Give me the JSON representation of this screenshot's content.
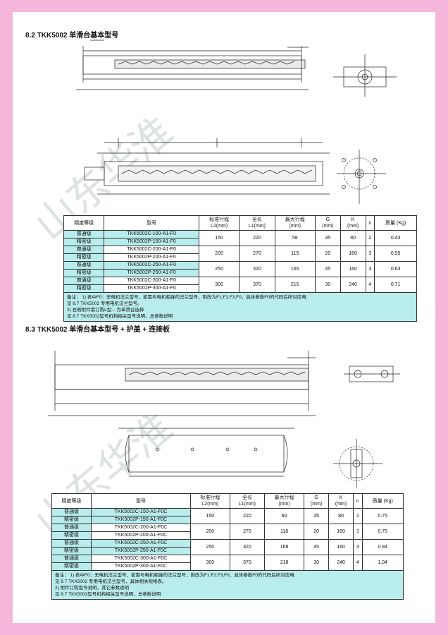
{
  "sections": [
    {
      "title": "8.2 TKK5002 单滑台基本型号",
      "table": {
        "headers": [
          "精度等级",
          "型号",
          "标准行程\nL2(mm)",
          "全长\nL1(mm)",
          "最大行程\n(mm)",
          "G\n(mm)",
          "K\n(mm)",
          "n",
          "质量 (Kg)"
        ],
        "rows": [
          {
            "grade": "普通级",
            "model": "TKK5002C-150-A1-F0",
            "group": "150",
            "l1": "220",
            "max": "58",
            "g": "35",
            "k": "80",
            "n": "2",
            "mass": "0.43",
            "shade": true
          },
          {
            "grade": "精密级",
            "model": "TKK5002P-150-A1-F0",
            "shade": true
          },
          {
            "grade": "普通级",
            "model": "TKK5002C-200-A1-F0",
            "group": "200",
            "l1": "270",
            "max": "115",
            "g": "20",
            "k": "160",
            "n": "3",
            "mass": "0.55",
            "shade": false
          },
          {
            "grade": "精密级",
            "model": "TKK5002P-200-A1-F0",
            "shade": false
          },
          {
            "grade": "普通级",
            "model": "TKK5002C-250-A1-F0",
            "group": "250",
            "l1": "320",
            "max": "165",
            "g": "45",
            "k": "160",
            "n": "3",
            "mass": "0.63",
            "shade": true
          },
          {
            "grade": "精密级",
            "model": "TKK5002P-250-A1-F0",
            "shade": true
          },
          {
            "grade": "普通级",
            "model": "TKK5002C-300-A1-F0",
            "group": "300",
            "l1": "370",
            "max": "215",
            "g": "30",
            "k": "240",
            "n": "4",
            "mass": "0.71",
            "shade": false
          },
          {
            "grade": "精密级",
            "model": "TKK5002P-300-A1-F0",
            "shade": false
          }
        ],
        "note_label": "备注：",
        "notes": [
          "1) 表中F0：无电机法兰型号，如需与电机相连的法兰型号，则改为F1,F2,F3,F0，具体参数F0的代码后所对应电",
          "见 8.7 TKK5002 专用电机法兰型号。",
          "2) 右侧附件需订购L型... 为单滑台选择",
          "见 8.7 TKK5002型号机构相关型号说明，总参数说明"
        ]
      }
    },
    {
      "title": "8.3 TKK5002 单滑台基本型号 + 护盖 + 连接板",
      "table": {
        "headers": [
          "精度等级",
          "型号",
          "标准行程\nL2(mm)",
          "全长\nL1(mm)",
          "最大行程\n(mm)",
          "G\n(mm)",
          "K\n(mm)",
          "n",
          "质量 (Kg)"
        ],
        "rows": [
          {
            "grade": "普通级",
            "model": "TKK5002C-150-A1-F0C",
            "group": "150",
            "l1": "220",
            "max": "60",
            "g": "35",
            "k": "80",
            "n": "2",
            "mass": "0.75",
            "shade": true
          },
          {
            "grade": "精密级",
            "model": "TKK5002P-150-A1-F0C",
            "shade": true
          },
          {
            "grade": "普通级",
            "model": "TKK5002C-200-A1-F0C",
            "group": "200",
            "l1": "270",
            "max": "118",
            "g": "20",
            "k": "160",
            "n": "3",
            "mass": "0.75",
            "shade": false
          },
          {
            "grade": "精密级",
            "model": "TKK5002P-200-A1-F0C",
            "shade": false
          },
          {
            "grade": "普通级",
            "model": "TKK5002C-250-A1-F0C",
            "group": "250",
            "l1": "320",
            "max": "168",
            "g": "45",
            "k": "160",
            "n": "3",
            "mass": "0.84",
            "shade": true
          },
          {
            "grade": "精密级",
            "model": "TKK5002P-250-A1-F0C",
            "shade": true
          },
          {
            "grade": "普通级",
            "model": "TKK5002C-300-A1-F0C",
            "group": "300",
            "l1": "370",
            "max": "218",
            "g": "30",
            "k": "240",
            "n": "4",
            "mass": "1.04",
            "shade": false
          },
          {
            "grade": "精密级",
            "model": "TKK5002P-300-A1-F0C",
            "shade": false
          }
        ],
        "note_label": "备注：",
        "notes": [
          "1) 表中F0：无电机法兰型号，如需与电机相连的法兰型号，则改为F1,F2,F3,F0，具体参数F0的代码后所对应电",
          "见 8.7 TKK5002 专用电机法兰型号，具体相关规格表。",
          "2) 附件订购型号说明，其它参数说明",
          "见 8.7 TKK5002型号机构相关型号说明，总参数说明"
        ]
      }
    }
  ],
  "watermark": [
    "山东华淮",
    "山东华淮"
  ]
}
